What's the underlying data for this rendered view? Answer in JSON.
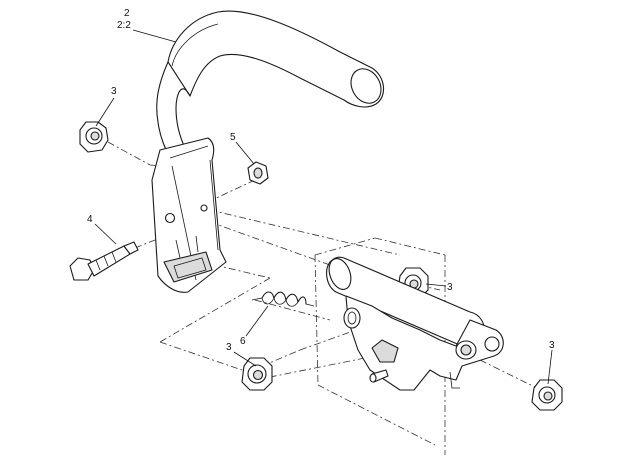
{
  "callouts": {
    "c2": {
      "number": "2",
      "qty": "2:2"
    },
    "c3a": "3",
    "c3b": "3",
    "c3c": "3",
    "c3d": "3",
    "c4": "4",
    "c5": "5",
    "c6": "6"
  }
}
